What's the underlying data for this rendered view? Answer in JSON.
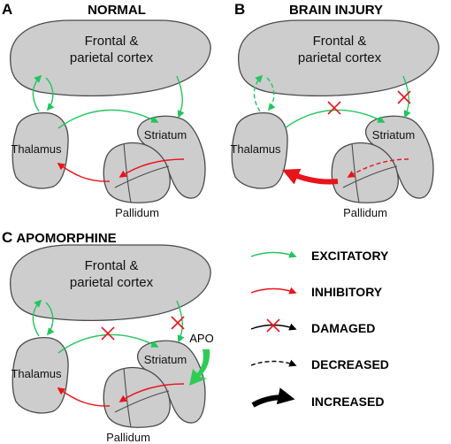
{
  "panels": [
    {
      "letter": "A",
      "title": "NORMAL",
      "cortex_label": [
        "Frontal &",
        "parietal cortex"
      ],
      "thalamus_label": "Thalamus",
      "striatum_label": "Striatum",
      "pallidum_label": "Pallidum"
    },
    {
      "letter": "B",
      "title": "BRAIN INJURY",
      "cortex_label": [
        "Frontal &",
        "parietal cortex"
      ],
      "thalamus_label": "Thalamus",
      "striatum_label": "Striatum",
      "pallidum_label": "Pallidum"
    },
    {
      "letter": "C",
      "title": "APOMORPHINE",
      "cortex_label": [
        "Frontal &",
        "parietal cortex"
      ],
      "thalamus_label": "Thalamus",
      "striatum_label": "Striatum",
      "pallidum_label": "Pallidum",
      "drug_label": "APO"
    }
  ],
  "legend": {
    "excitatory": "EXCITATORY",
    "inhibitory": "INHIBITORY",
    "damaged": "DAMAGED",
    "decreased": "DECREASED",
    "increased": "INCREASED"
  },
  "colors": {
    "excitatory": "#22c55e",
    "inhibitory": "#e8141b",
    "damaged_mark": "#e8141b",
    "apo": "#2ecc55",
    "region_fill": "#cdcdcd",
    "region_stroke": "#4a4a4a"
  }
}
